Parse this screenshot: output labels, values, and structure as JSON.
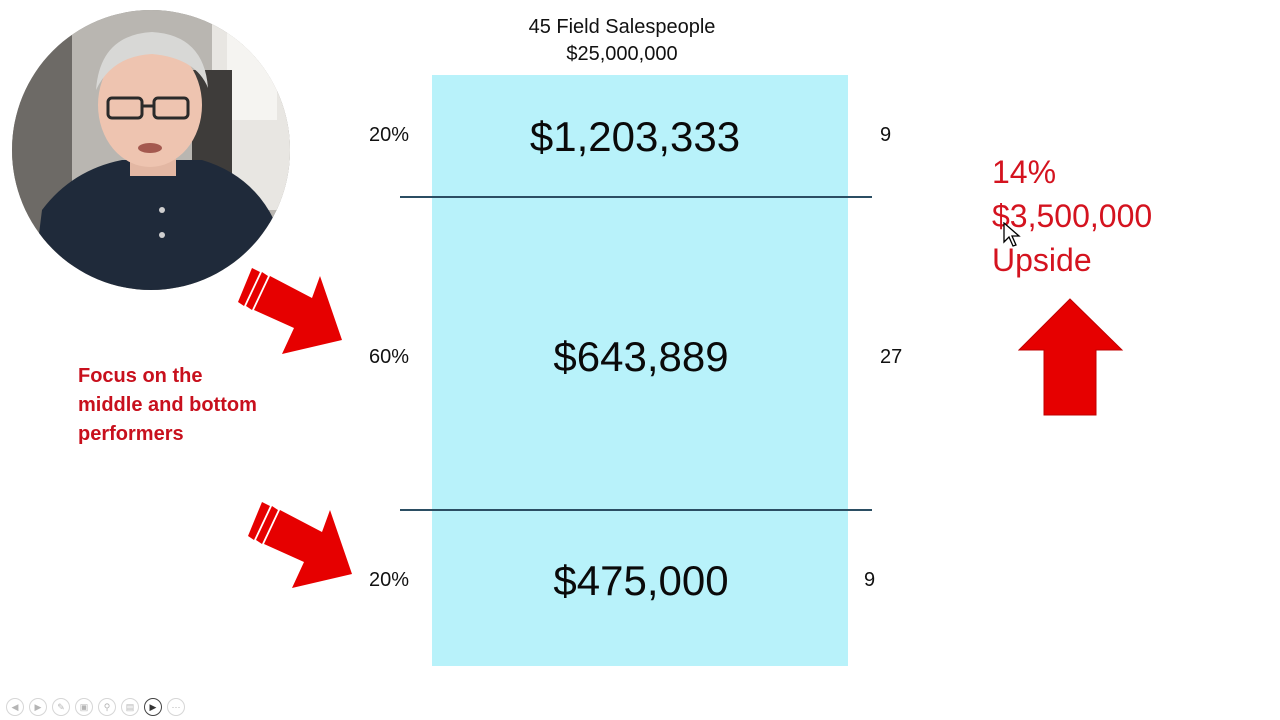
{
  "header": {
    "title": "45 Field Salespeople",
    "total": "$25,000,000"
  },
  "tiers": [
    {
      "percent": "20%",
      "amount": "$1,203,333",
      "count": "9"
    },
    {
      "percent": "60%",
      "amount": "$643,889",
      "count": "27"
    },
    {
      "percent": "20%",
      "amount": "$475,000",
      "count": "9"
    }
  ],
  "callout": {
    "percent": "14%",
    "amount": "$3,500,000",
    "label": "Upside"
  },
  "focus_text": "Focus on the middle and bottom performers",
  "colors": {
    "box": "#b8f2fa",
    "divider": "#2b4e63",
    "accent_red": "#e60000",
    "callout_red": "#d4131f"
  },
  "icons": {
    "big_arrows": "diagonal-red-arrow",
    "up_arrow": "red-up-arrow",
    "cursor": "mouse-pointer"
  },
  "toolbar": {
    "buttons": [
      "back",
      "forward",
      "pen",
      "copy",
      "zoom",
      "subtitles",
      "camera",
      "more"
    ]
  }
}
